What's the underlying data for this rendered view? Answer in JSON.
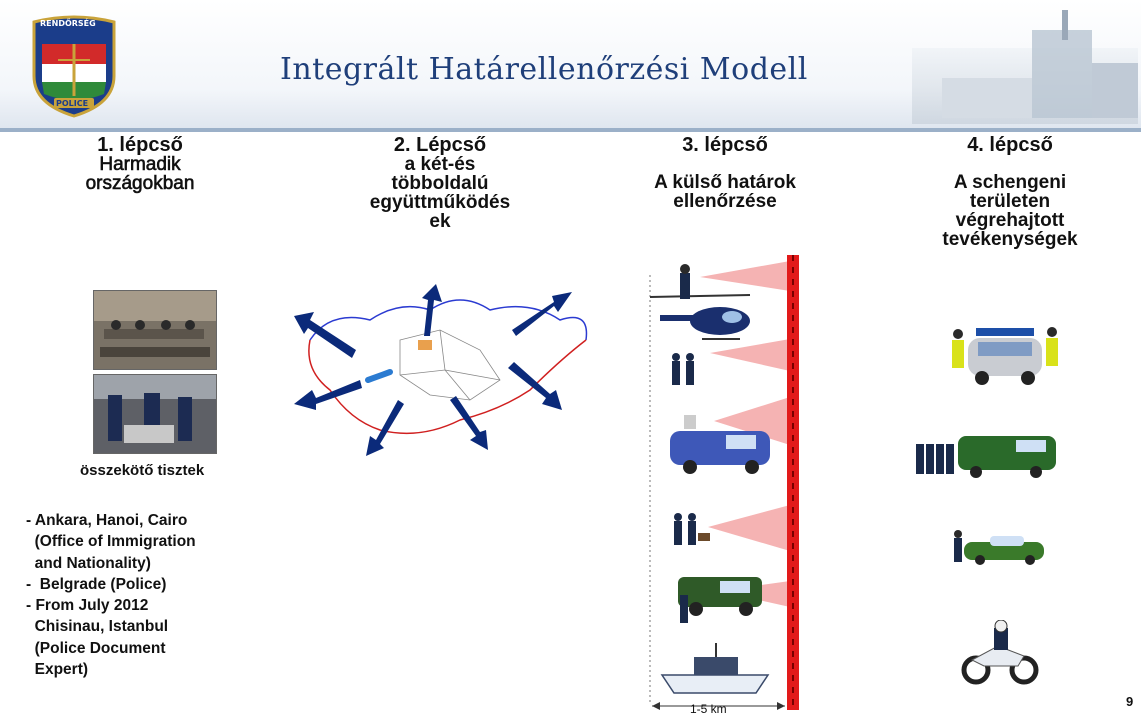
{
  "header": {
    "title": "Integrált Határellenőrzési Modell",
    "crest_text_top": "RENDŐRSÉG",
    "crest_text_bottom": "POLICE"
  },
  "columns": [
    {
      "heading": "1. lépcső",
      "body": "Harmadik\nországokban"
    },
    {
      "heading": "2. Lépcső",
      "body": "a két-és\ntöbboldalú\negyüttműködés\nek"
    },
    {
      "heading": "3. lépcső",
      "body": "A külső határok\nellenőrzése"
    },
    {
      "heading": "4. lépcső",
      "body": "A schengeni\nterületen\nvégrehajtott\ntevékenységek"
    }
  ],
  "liaison_label": "összekötő tisztek",
  "cities": [
    "- Ankara, Hanoi, Cairo",
    "  (Office of Immigration",
    "  and Nationality)",
    "-  Belgrade (Police)",
    "- From July 2012",
    "  Chisinau, Istanbul",
    "  (Police Document",
    "  Expert)"
  ],
  "border": {
    "distance_label": "1-5 km"
  },
  "page_number": "9",
  "colors": {
    "title": "#1f3f7a",
    "arrow": "#0b2a7a",
    "border_line": "#e21a1a",
    "beam": "#f4a6a6"
  }
}
